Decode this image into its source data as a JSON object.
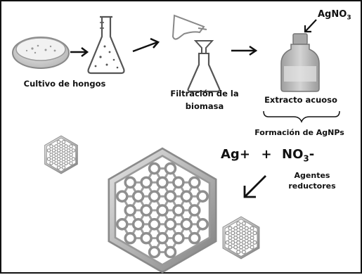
{
  "labels": {
    "step1": "Cultivo de hongos",
    "step2_line1": "Filtración de la",
    "step2_line2": "biomasa",
    "reagent_main": "AgNO",
    "reagent_sub": "3",
    "step3": "Extracto acuoso",
    "brace_caption": "Formación de AgNPs",
    "ion_ag": "Ag+",
    "plus": "+",
    "ion_no3_main": "NO",
    "ion_no3_sub": "3",
    "ion_no3_sign": "-",
    "reducing_line1": "Agentes",
    "reducing_line2": "reductores"
  },
  "colors": {
    "line": "#111111",
    "glass": "#555555",
    "bottle_body": "#bdbdbd",
    "hex_light": "#d8d8d8",
    "hex_dark": "#8a8a8a"
  },
  "icons": [
    "petri-dish-icon",
    "erlenmeyer-flask-icon",
    "arrow-right-icon",
    "funnel-flask-icon",
    "reagent-bottle-icon",
    "nanoparticle-hexagon-icon",
    "arrow-down-left-icon",
    "brace-icon"
  ]
}
